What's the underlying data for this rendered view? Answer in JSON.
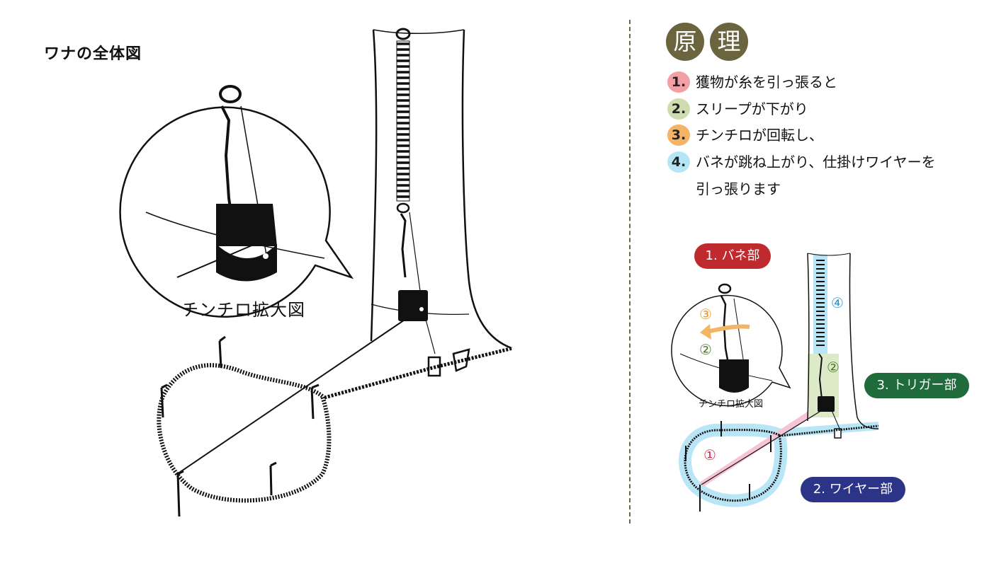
{
  "left": {
    "title": "ワナの全体図",
    "zoom_caption": "チンチロ拡大図"
  },
  "principle": {
    "heading_chars": [
      "原",
      "理"
    ],
    "heading_color": "#6b653f",
    "steps": [
      {
        "num": "1.",
        "text": "獲物が糸を引っ張ると",
        "color": "#f2a0a4"
      },
      {
        "num": "2.",
        "text": "スリープが下がり",
        "color": "#cfdcb0"
      },
      {
        "num": "3.",
        "text": "チンチロが回転し、",
        "color": "#f3b466"
      },
      {
        "num": "4.",
        "text": "バネが跳ね上がり、仕掛けワイヤーを",
        "text_cont": "引っ張ります",
        "color": "#b5e6f6"
      }
    ]
  },
  "small_diagram": {
    "labels": {
      "spring": "1. バネ部",
      "trigger": "3. トリガー部",
      "wire": "2. ワイヤー部"
    },
    "label_colors": {
      "spring": "#bf2a2f",
      "trigger": "#1f6b3c",
      "wire": "#2b3487"
    },
    "markers": {
      "m1": "①",
      "m2a": "②",
      "m2b": "②",
      "m3": "③",
      "m4": "④"
    },
    "marker_colors": {
      "m1": "#d0314e",
      "m2": "#4a7a2a",
      "m3": "#e69a2a",
      "m4": "#2e9ad0"
    },
    "zoom_caption": "チンチロ拡大図"
  }
}
